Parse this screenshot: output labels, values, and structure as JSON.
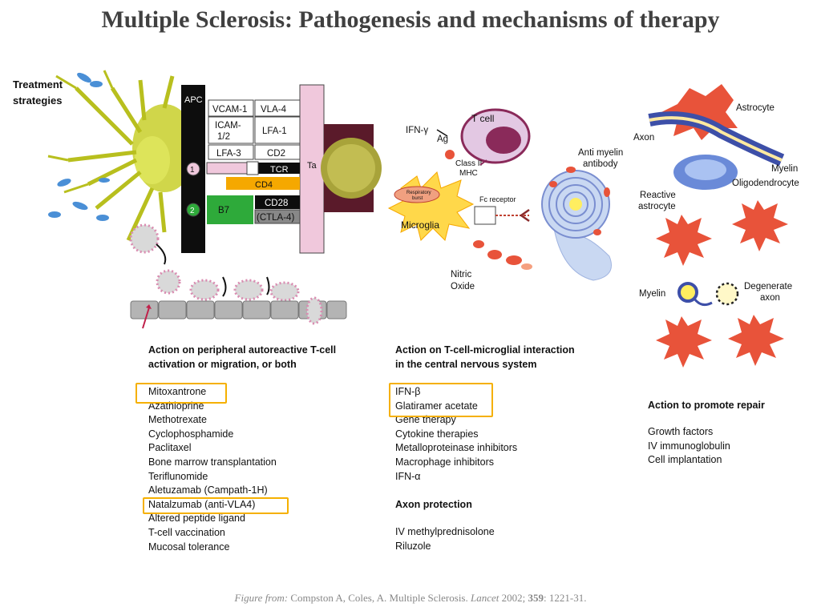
{
  "title": "Multiple Sclerosis: Pathogenesis and mechanisms of therapy",
  "diagram": {
    "treatment_label_1": "Treatment",
    "treatment_label_2": "strategies",
    "apc": "APC",
    "ta": "Ta",
    "molecules": {
      "vcam1": "VCAM-1",
      "vla4": "VLA-4",
      "icam_1": "ICAM-",
      "icam_2": "1/2",
      "lfa1": "LFA-1",
      "lfa3": "LFA-3",
      "cd2": "CD2",
      "tcr": "TCR",
      "cd4": "CD4",
      "b7": "B7",
      "cd28": "CD28",
      "ctla4": "(CTLA-4)",
      "signal1": "1",
      "signal2": "2"
    },
    "microglia_panel": {
      "ifn_gamma": "IFN-γ",
      "t_cell": "T cell",
      "ag": "Ag",
      "class2_1": "Class II",
      "class2_2": "MHC",
      "resp_1": "Respiratory",
      "resp_2": "burst",
      "fc_receptor": "Fc receptor",
      "anti_myelin_1": "Anti myelin",
      "anti_myelin_2": "antibody",
      "microglia": "Microglia",
      "nitric_1": "Nitric",
      "nitric_2": "Oxide"
    },
    "repair_panel": {
      "astrocyte": "Astrocyte",
      "axon": "Axon",
      "myelin_top": "Myelin",
      "oligodendrocyte": "Oligodendrocyte",
      "reactive_1": "Reactive",
      "reactive_2": "astrocyte",
      "myelin_bottom": "Myelin",
      "degenerate_1": "Degenerate",
      "degenerate_2": "axon"
    }
  },
  "sections": {
    "peripheral": {
      "heading_1": "Action on peripheral autoreactive T-cell",
      "heading_2": "activation or migration, or both",
      "items": [
        "Mitoxantrone",
        "Azathioprine",
        "Methotrexate",
        "Cyclophosphamide",
        "Paclitaxel",
        "Bone marrow transplantation",
        "Teriflunomide",
        "Aletuzamab (Campath-1H)",
        "Natalzumab (anti-VLA4)",
        "Altered peptide ligand",
        "T-cell vaccination",
        "Mucosal tolerance"
      ],
      "highlighted": [
        0,
        8
      ]
    },
    "microglial": {
      "heading_1": "Action on T-cell-microglial interaction",
      "heading_2": "in the central nervous system",
      "items": [
        "IFN-β",
        "Glatiramer acetate",
        "Gene therapy",
        "Cytokine therapies",
        "Metalloproteinase inhibitors",
        "Macrophage inhibitors",
        "IFN-α"
      ],
      "highlighted": [
        0,
        1
      ]
    },
    "axon": {
      "heading": "Axon protection",
      "items": [
        "IV methylprednisolone",
        "Riluzole"
      ]
    },
    "repair": {
      "heading": "Action to promote repair",
      "items": [
        "Growth factors",
        "IV immunoglobulin",
        "Cell implantation"
      ]
    }
  },
  "caption": {
    "prefix": "Figure from:",
    "authors": " Compston A, Coles, A. Multiple Sclerosis. ",
    "journal": "Lancet",
    "year": " 2002; ",
    "volume": "359",
    "pages": ": 1221-31."
  },
  "colors": {
    "highlight": "#f5b000",
    "apc_black": "#0d0d0d",
    "ta_pink": "#f0c8dc",
    "cd4_orange": "#f5a800",
    "b7_green": "#2eaa3a",
    "astrocyte_red": "#e8533a",
    "axon_blue": "#3d4fa8",
    "text_title": "#404040"
  }
}
